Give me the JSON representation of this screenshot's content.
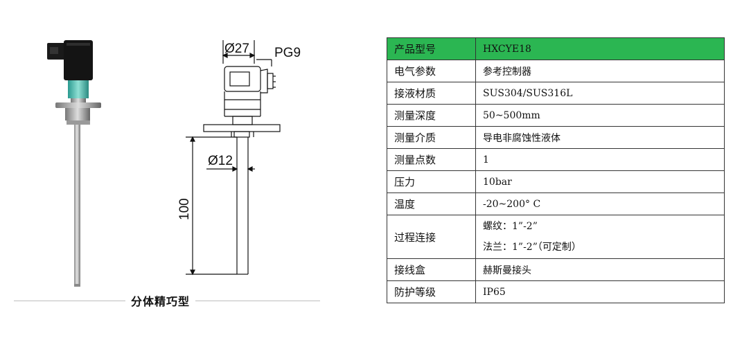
{
  "drawing": {
    "diameter_top": "Ø27",
    "connector_label": "PG9",
    "diameter_probe": "Ø12",
    "length": "100"
  },
  "caption": "分体精巧型",
  "spec_table": {
    "header": {
      "key": "产品型号",
      "value": "HXCYE18"
    },
    "rows": [
      {
        "key": "电气参数",
        "value": "参考控制器"
      },
      {
        "key": "接液材质",
        "value": "SUS304/SUS316L"
      },
      {
        "key": "测量深度",
        "value": "50~500mm"
      },
      {
        "key": "测量介质",
        "value": "导电非腐蚀性液体"
      },
      {
        "key": "测量点数",
        "value": "1"
      },
      {
        "key": "压力",
        "value": "10bar"
      },
      {
        "key": "温度",
        "value": "-20~200° C"
      },
      {
        "key": "过程连接",
        "lines": [
          "螺纹：1”-2”",
          "法兰：1”-2”（可定制）"
        ]
      },
      {
        "key": "接线盒",
        "value": "赫斯曼接头"
      },
      {
        "key": "防护等级",
        "value": "IP65"
      }
    ]
  },
  "colors": {
    "header_green": "#2bb652",
    "border": "#333333"
  }
}
